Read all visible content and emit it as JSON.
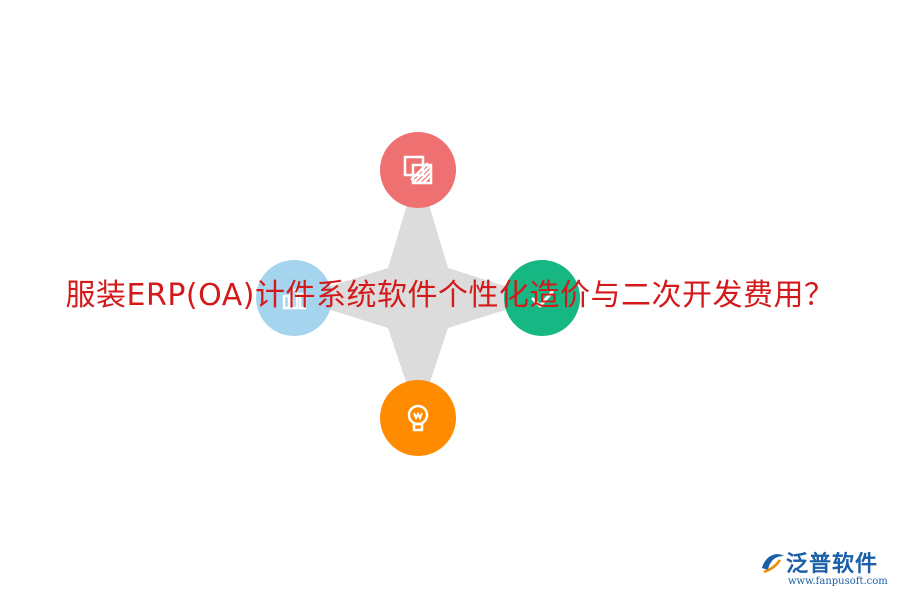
{
  "title": "服装ERP(OA)计件系统软件个性化造价与二次开发费用？",
  "colors": {
    "title": "#d4191a",
    "star": "#dcdcdc",
    "top_node": "#ef7070",
    "left_node": "#a5d4ef",
    "right_node": "#17b783",
    "bottom_node": "#fe8b00",
    "brand": "#1a5fa8"
  },
  "nodes": [
    {
      "name": "top",
      "icon": "striped-square-icon"
    },
    {
      "name": "left",
      "icon": "bar-chart-icon"
    },
    {
      "name": "right",
      "icon": "checkmark-icon"
    },
    {
      "name": "bottom",
      "icon": "lightbulb-icon"
    }
  ],
  "brand": {
    "name": "泛普软件",
    "url": "www.fanpusoft.com",
    "icon": "fanpu-logo-icon"
  }
}
